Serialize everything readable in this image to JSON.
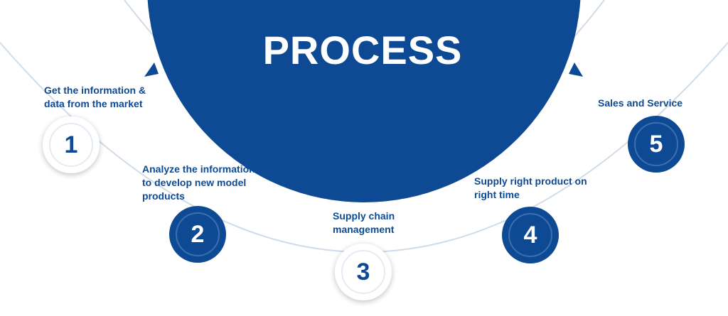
{
  "title": "PROCESS",
  "colors": {
    "primary": "#0d4a93",
    "arc": "#cfdce9",
    "label": "#0d4a93"
  },
  "steps": [
    {
      "number": "1",
      "label_lines": [
        "Get the information &",
        "data from the market"
      ],
      "style": "light"
    },
    {
      "number": "2",
      "label_lines": [
        "Analyze the information",
        "to develop new model",
        "products"
      ],
      "style": "dark"
    },
    {
      "number": "3",
      "label_lines": [
        "Supply chain",
        "management"
      ],
      "style": "light"
    },
    {
      "number": "4",
      "label_lines": [
        "Supply right product on",
        "right time"
      ],
      "style": "dark"
    },
    {
      "number": "5",
      "label_lines": [
        "Sales and Service"
      ],
      "style": "dark"
    }
  ]
}
